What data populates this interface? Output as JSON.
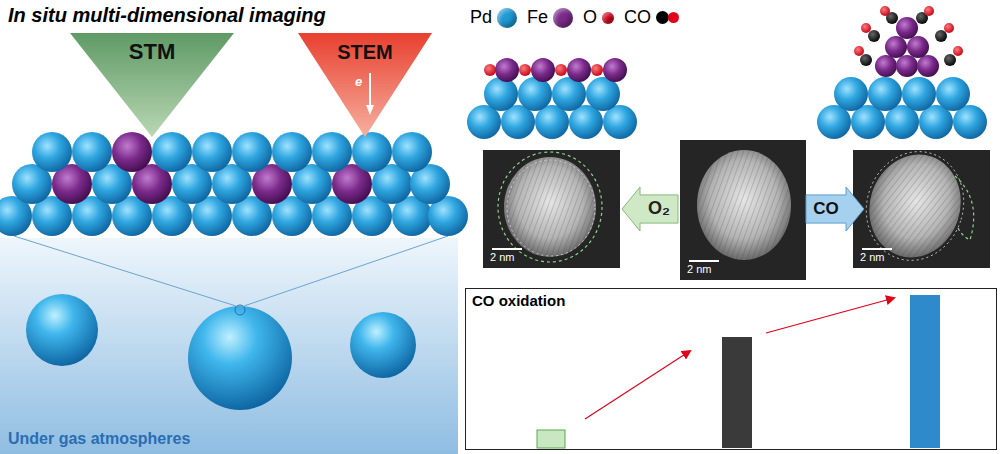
{
  "diagram": {
    "title": "In situ multi-dimensional imaging",
    "nodes": [
      {
        "text": [
          "STM"
        ]
      },
      {
        "text": [
          "STEM"
        ]
      },
      {
        "text": [
          "Under gas atmospheres"
        ]
      },
      {
        "text": [
          "O₂"
        ]
      },
      {
        "text": [
          "CO"
        ]
      },
      {
        "text": [
          "CO oxidation"
        ]
      }
    ],
    "labels": [
      "e",
      "2 nm",
      "2 nm",
      "2 nm"
    ],
    "legend": [
      {
        "text": "Pd",
        "color": "#1e9ad6"
      },
      {
        "text": "Fe",
        "color": "#7a2a8a"
      },
      {
        "text": "O",
        "color": "#e3001b"
      },
      {
        "text": "CO"
      }
    ]
  }
}
